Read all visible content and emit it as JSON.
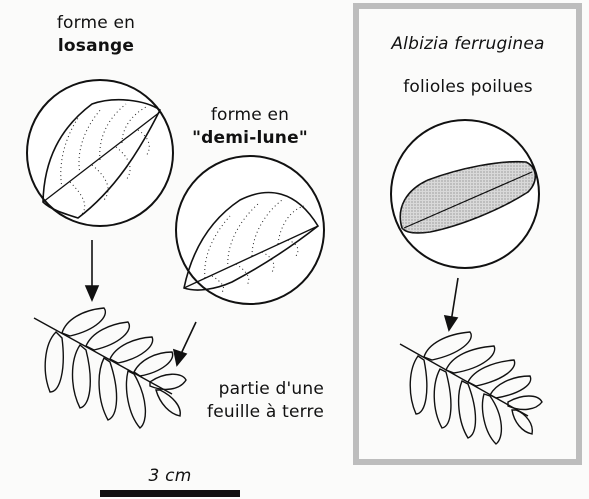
{
  "left": {
    "losange": {
      "line1": "forme en",
      "line2": "losange"
    },
    "demilune": {
      "line1": "forme en",
      "line2": "\"demi-lune\""
    },
    "caption": {
      "line1": "partie d'une",
      "line2": "feuille à terre"
    }
  },
  "right": {
    "species": "Albizia ferruginea",
    "feature": "folioles poilues"
  },
  "scale": {
    "label": "3 cm"
  },
  "colors": {
    "frame": "#bdbdbd",
    "ink": "#111111",
    "hair": "#9a9a9a"
  }
}
